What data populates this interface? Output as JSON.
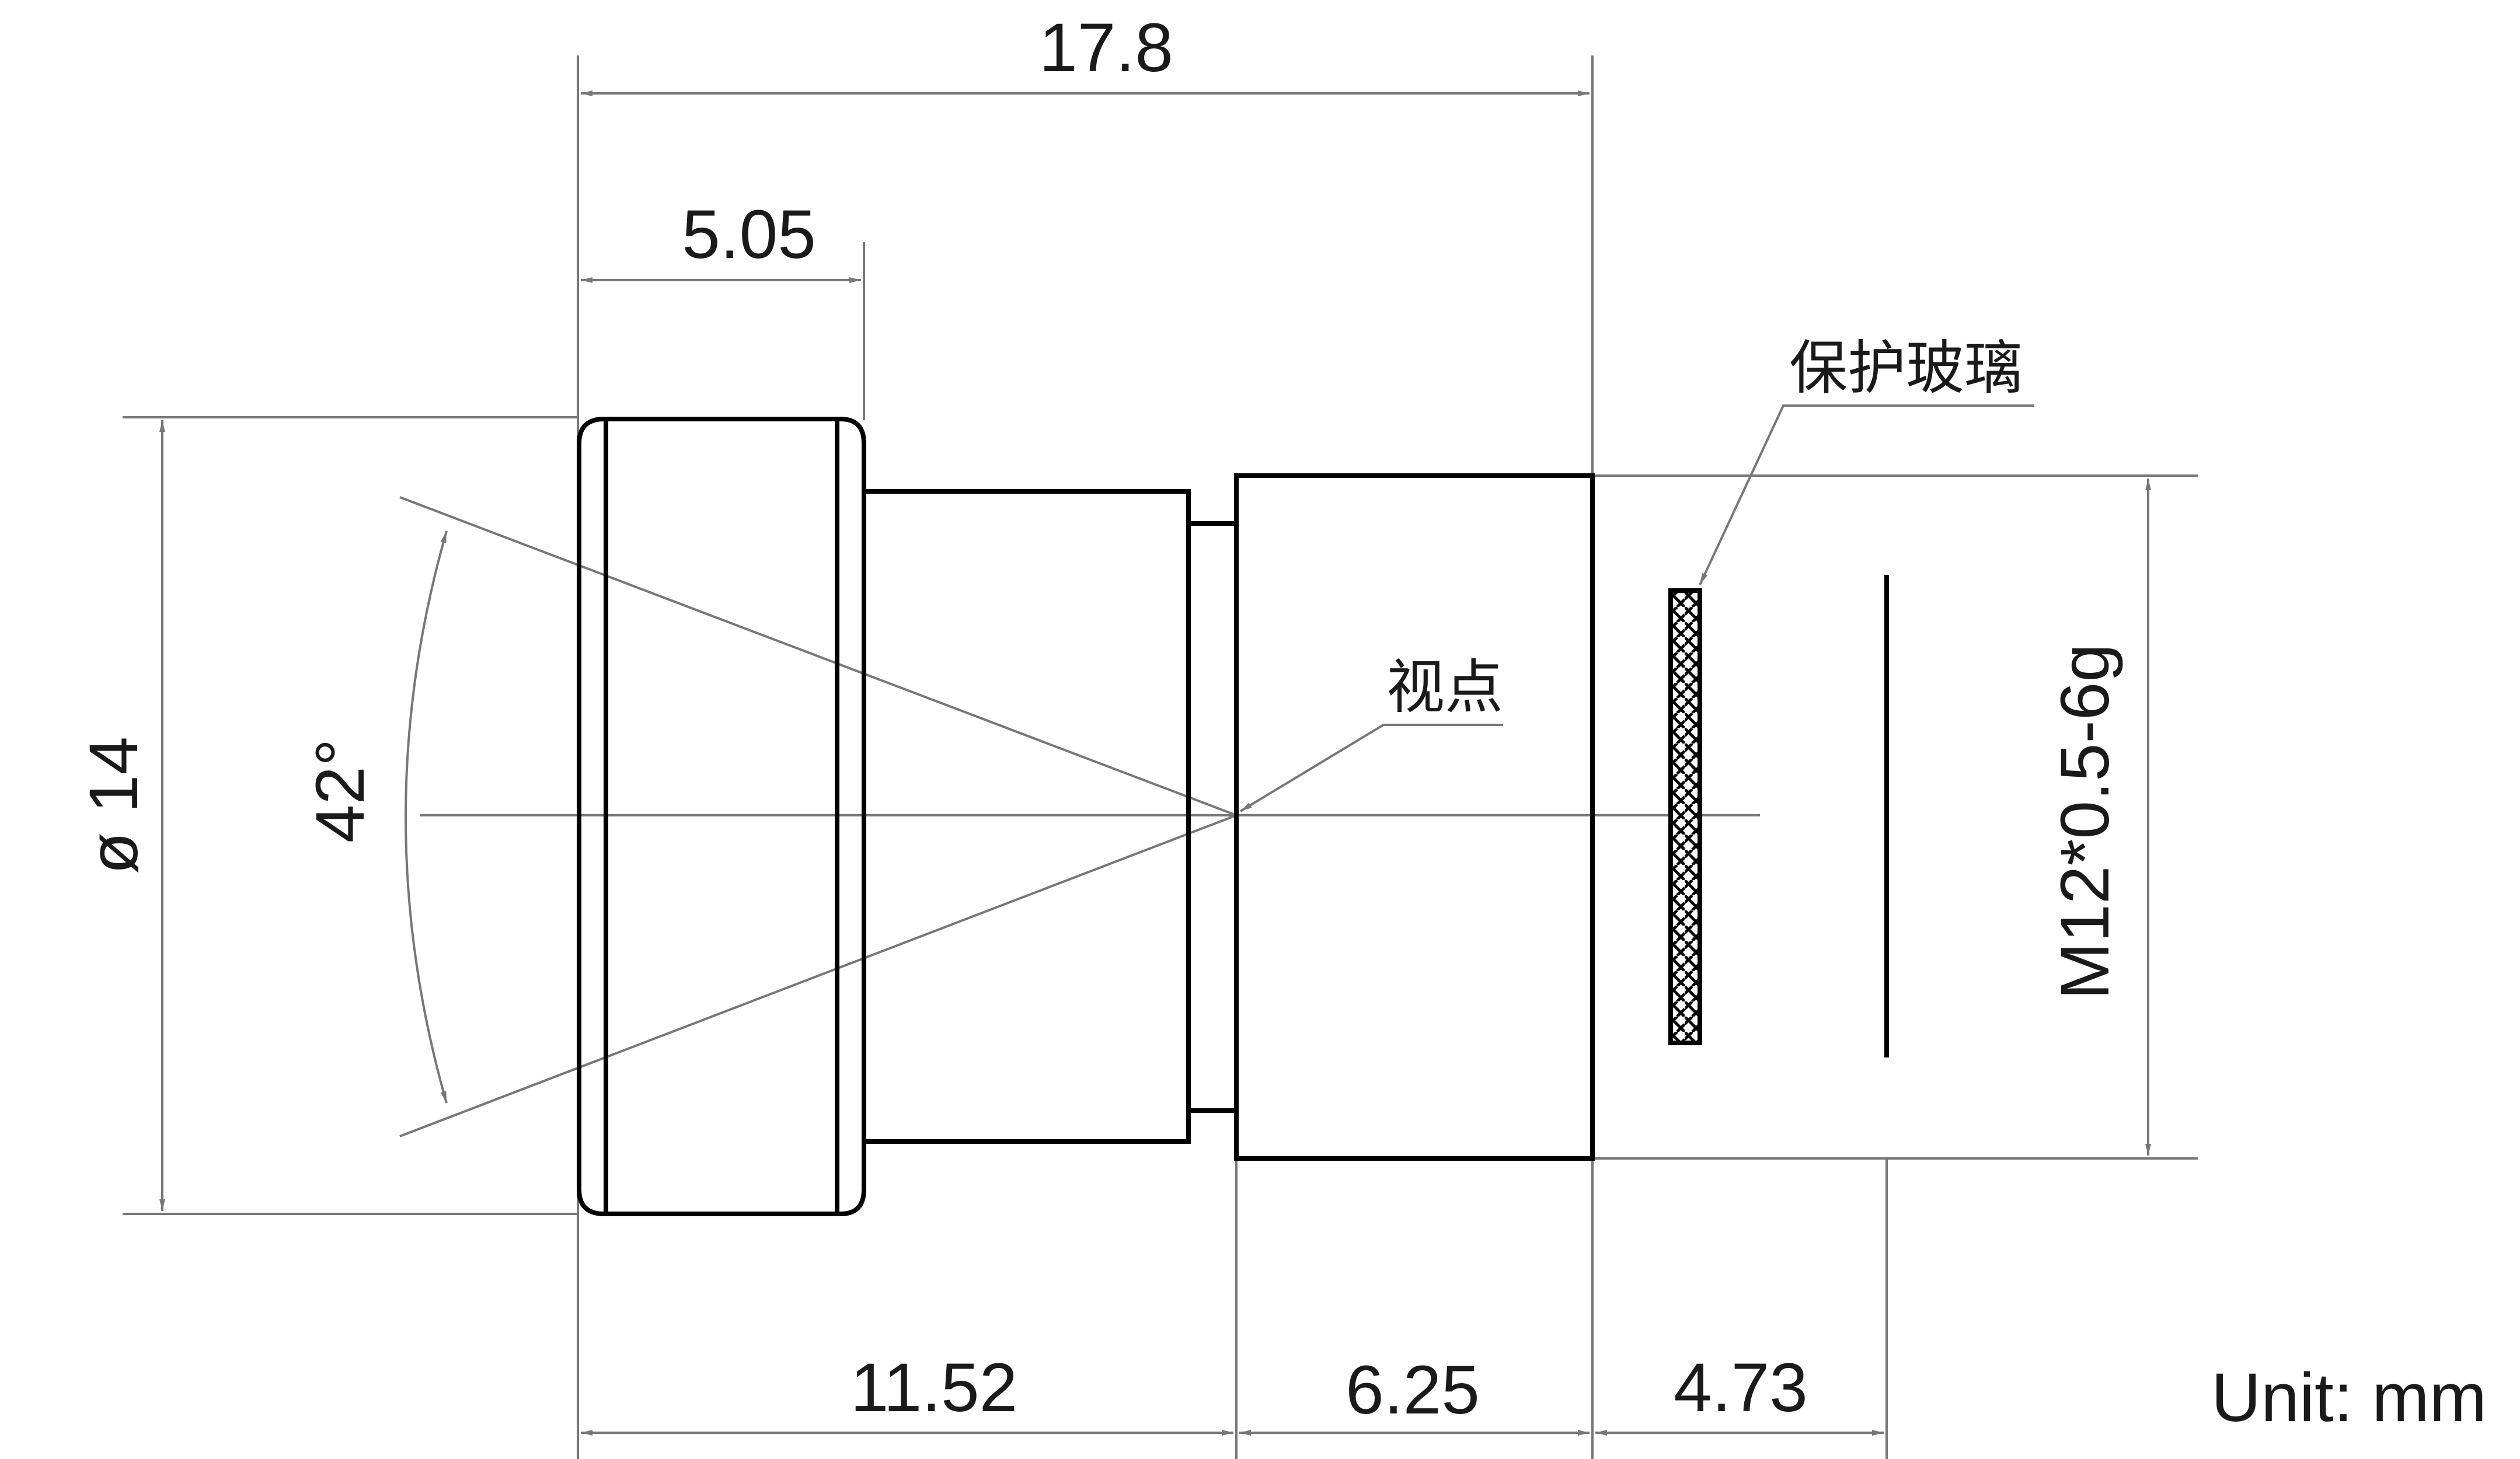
{
  "dimensions": {
    "overall_length": "17.8",
    "front_ring": "5.05",
    "to_viewpoint": "11.52",
    "rear_body": "6.25",
    "to_sensor": "4.73",
    "outer_diameter": "ø 14",
    "field_of_view": "42°",
    "thread": "M12*0.5-6g"
  },
  "labels": {
    "protective_glass": "保护玻璃",
    "viewpoint": "视点",
    "unit": "Unit: mm"
  }
}
